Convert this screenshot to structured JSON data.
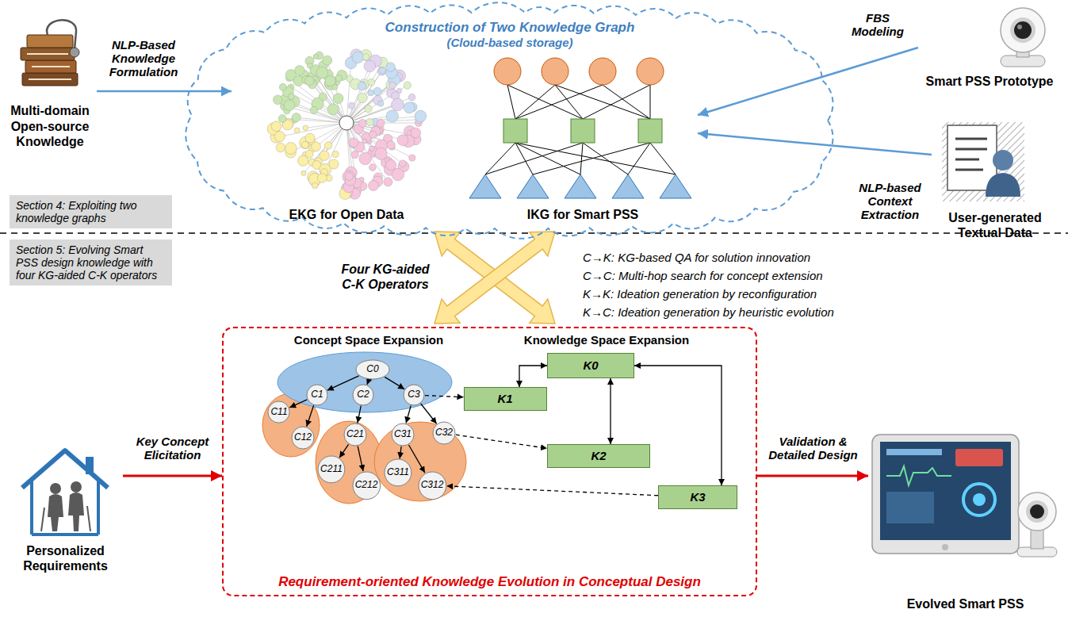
{
  "diagram": {
    "nodes": [
      {
        "text": [
          "Construction of Two Knowledge Graph",
          "(Cloud-based storage)"
        ]
      },
      {
        "text": [
          "EKG for Open Data"
        ],
        "in": 0
      },
      {
        "text": [
          "IKG for Smart PSS"
        ],
        "in": 0
      },
      {
        "text": [
          "Multi-domain Open-source Knowledge"
        ]
      },
      {
        "text": [
          "Smart PSS Prototype"
        ]
      },
      {
        "text": [
          "User-generated Textual Data"
        ]
      },
      {
        "text": [
          "Section 4: Exploiting two knowledge graphs"
        ]
      },
      {
        "text": [
          "Section 5: Evolving Smart PSS design knowledge with four KG-aided C-K operators"
        ]
      },
      {
        "text": [
          "Personalized Requirements"
        ]
      },
      {
        "text": [
          "Requirement-oriented Knowledge Evolution in Conceptual Design"
        ]
      },
      {
        "text": [
          "C0"
        ],
        "in": 9
      },
      {
        "text": [
          "C1"
        ],
        "in": 9
      },
      {
        "text": [
          "C2"
        ],
        "in": 9
      },
      {
        "text": [
          "C3"
        ],
        "in": 9
      },
      {
        "text": [
          "C11"
        ],
        "in": 9
      },
      {
        "text": [
          "C12"
        ],
        "in": 9
      },
      {
        "text": [
          "C21"
        ],
        "in": 9
      },
      {
        "text": [
          "C211"
        ],
        "in": 9
      },
      {
        "text": [
          "C212"
        ],
        "in": 9
      },
      {
        "text": [
          "C31"
        ],
        "in": 9
      },
      {
        "text": [
          "C32"
        ],
        "in": 9
      },
      {
        "text": [
          "C311"
        ],
        "in": 9
      },
      {
        "text": [
          "C312"
        ],
        "in": 9
      },
      {
        "text": [
          "K0"
        ],
        "in": 9
      },
      {
        "text": [
          "K1"
        ],
        "in": 9
      },
      {
        "text": [
          "K2"
        ],
        "in": 9
      },
      {
        "text": [
          "K3"
        ],
        "in": 9
      },
      {
        "text": [
          "Evolved Smart PSS"
        ]
      }
    ],
    "edges": [
      {
        "from": 3,
        "to": 1,
        "arrow": "to",
        "label": "NLP-Based Knowledge Formulation"
      },
      {
        "from": 4,
        "to": 2,
        "arrow": "to",
        "label": "FBS Modeling"
      },
      {
        "from": 5,
        "to": 2,
        "arrow": "to",
        "label": "NLP-based Context Extraction"
      },
      {
        "from": 8,
        "to": 9,
        "arrow": "to",
        "label": "Key Concept Elicitation"
      },
      {
        "from": 9,
        "to": 27,
        "arrow": "to",
        "label": "Validation & Detailed Design"
      },
      {
        "from": 10,
        "to": 11,
        "arrow": "to"
      },
      {
        "from": 10,
        "to": 12,
        "arrow": "to"
      },
      {
        "from": 10,
        "to": 13,
        "arrow": "to"
      },
      {
        "from": 11,
        "to": 14,
        "arrow": "to"
      },
      {
        "from": 11,
        "to": 15,
        "arrow": "to"
      },
      {
        "from": 12,
        "to": 16,
        "arrow": "to"
      },
      {
        "from": 16,
        "to": 17,
        "arrow": "to"
      },
      {
        "from": 16,
        "to": 18,
        "arrow": "to"
      },
      {
        "from": 13,
        "to": 19,
        "arrow": "to"
      },
      {
        "from": 13,
        "to": 20,
        "arrow": "to"
      },
      {
        "from": 19,
        "to": 21,
        "arrow": "to"
      },
      {
        "from": 19,
        "to": 22,
        "arrow": "to"
      },
      {
        "from": 24,
        "to": 23,
        "arrow": "both"
      },
      {
        "from": 25,
        "to": 23,
        "arrow": "both"
      },
      {
        "from": 26,
        "to": 23,
        "arrow": "both"
      },
      {
        "from": 13,
        "to": 24,
        "arrow": "to"
      },
      {
        "from": 20,
        "to": 25,
        "arrow": "to"
      },
      {
        "from": 26,
        "to": 22,
        "arrow": "to"
      }
    ],
    "labels": [
      "Four KG-aided C-K Operators",
      "C→K: KG-based QA for solution innovation",
      "C→C: Multi-hop search for concept extension",
      "K→K: Ideation generation by reconfiguration",
      "K→C: Ideation generation by heuristic evolution",
      "Concept Space Expansion",
      "Knowledge Space Expansion"
    ]
  }
}
